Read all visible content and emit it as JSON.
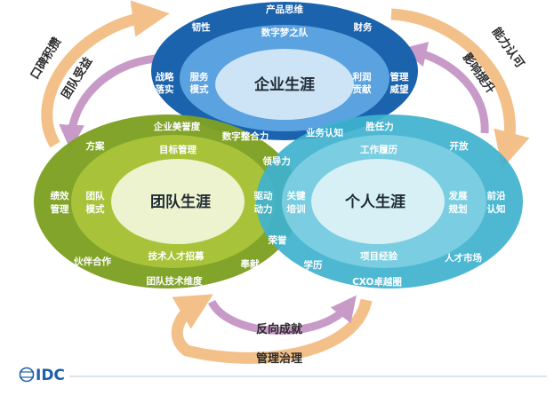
{
  "enterprise": {
    "title": "企业生涯",
    "outer": [
      "产品思维",
      "韧性",
      "财务",
      "战略",
      "落实",
      "管理",
      "威望"
    ],
    "middle": [
      "数字梦之队",
      "服务",
      "模式",
      "利润",
      "贡献"
    ]
  },
  "team": {
    "title": "团队生涯",
    "outer": [
      "企业美誉度",
      "方案",
      "绩效",
      "管理",
      "伙伴合作",
      "团队技术维度"
    ],
    "middle": [
      "目标管理",
      "团队",
      "模式",
      "技术人才招募"
    ]
  },
  "personal": {
    "title": "个人生涯",
    "outer": [
      "胜任力",
      "开放",
      "前沿",
      "认知",
      "人才市场",
      "CXO卓越圈",
      "学历"
    ],
    "middle": [
      "工作履历",
      "发展",
      "规划",
      "项目经验"
    ]
  },
  "overlaps": {
    "ent_team": "数字整合力",
    "ent_personal": "业务认知",
    "center": "领导力",
    "team_personal_left": [
      "驱动",
      "动力"
    ],
    "team_personal_right": [
      "关键",
      "培训"
    ],
    "honor": "荣誉",
    "contribution": "奉献"
  },
  "arrows": {
    "top_left_a": "口碑积攒",
    "top_left_b": "团队受益",
    "top_right_a": "能力认可",
    "top_right_b": "影响提升",
    "bottom_a": "反向成就",
    "bottom_b": "管理治理"
  },
  "logo": {
    "text": "IDC"
  },
  "colors": {
    "enterprise_outer": "#1b63ad",
    "enterprise_middle": "#5aa2e0",
    "enterprise_inner": "#cde4f6",
    "team_outer": "#7ea123",
    "team_middle": "#a9c43a",
    "team_inner": "#eef3cf",
    "personal_outer": "#3fb2cf",
    "personal_middle": "#7fcfe2",
    "personal_inner": "#d6f0f6",
    "arrow_orange": "#f4c089",
    "arrow_purple": "#c89ac8"
  }
}
